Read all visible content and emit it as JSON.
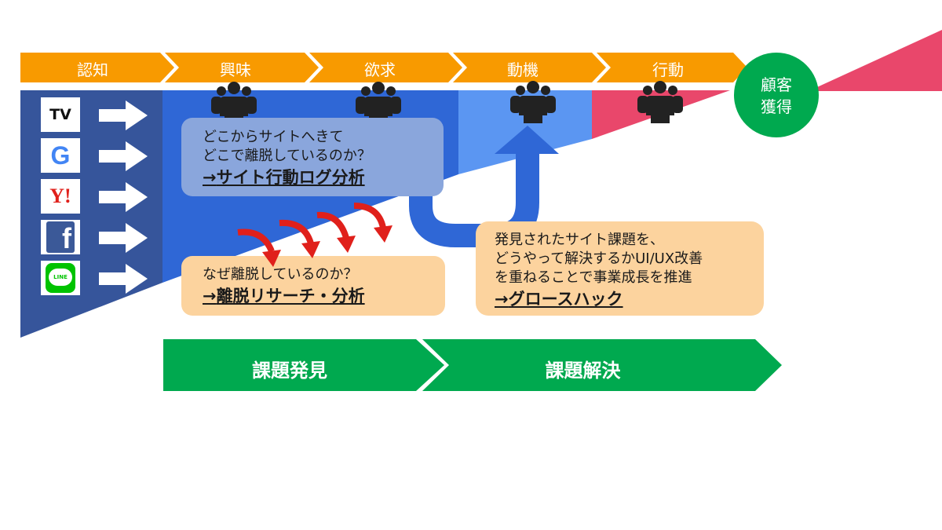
{
  "stages": [
    "認知",
    "興味",
    "欲求",
    "動機",
    "行動"
  ],
  "goal": {
    "line1": "顧客",
    "line2": "獲得"
  },
  "media": [
    {
      "name": "tv",
      "label": "TV"
    },
    {
      "name": "google",
      "label": "G"
    },
    {
      "name": "yahoo",
      "label": "Y!"
    },
    {
      "name": "facebook",
      "label": "f"
    },
    {
      "name": "line",
      "label": "LINE"
    }
  ],
  "box_analysis": {
    "line1": "どこからサイトへきて",
    "line2": "どこで離脱しているのか？",
    "arrow": "→",
    "link": "サイト行動ログ分析"
  },
  "box_research": {
    "line1": "なぜ離脱しているのか？",
    "arrow": "→",
    "link": "離脱リサーチ・分析"
  },
  "box_growth": {
    "line1": "発見されたサイト課題を、",
    "line2": "どうやって解決するかUI/UX改善",
    "line3": "を重ねることで事業成長を推進",
    "arrow": "→",
    "link": "グロースハック"
  },
  "phases": [
    "課題発見",
    "課題解決"
  ],
  "colors": {
    "stage_orange": "#F89A00",
    "dark_blue": "#36559B",
    "mid_blue": "#2F67D6",
    "light_blue": "#5B96F2",
    "pink": "#E9476B",
    "green": "#00A94F",
    "peach": "#FCD39E",
    "gray_blue": "#8AA6DC"
  }
}
